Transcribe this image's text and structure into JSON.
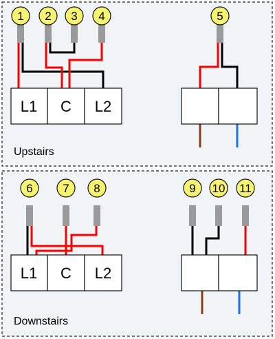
{
  "sections": [
    {
      "label": "Upstairs",
      "bulbs": [
        "1",
        "2",
        "3",
        "4",
        "5"
      ],
      "switch_terminals": [
        "L1",
        "C",
        "L2"
      ]
    },
    {
      "label": "Downstairs",
      "bulbs": [
        "6",
        "7",
        "8",
        "9",
        "10",
        "11"
      ],
      "switch_terminals": [
        "L1",
        "C",
        "L2"
      ]
    }
  ],
  "colors": {
    "live": "#ff0000",
    "neutral": "#000000",
    "brown": "#8b3a1a",
    "blue": "#1f6fe0",
    "bulb": "#f7f36f",
    "panel": "#f0f4f6"
  }
}
